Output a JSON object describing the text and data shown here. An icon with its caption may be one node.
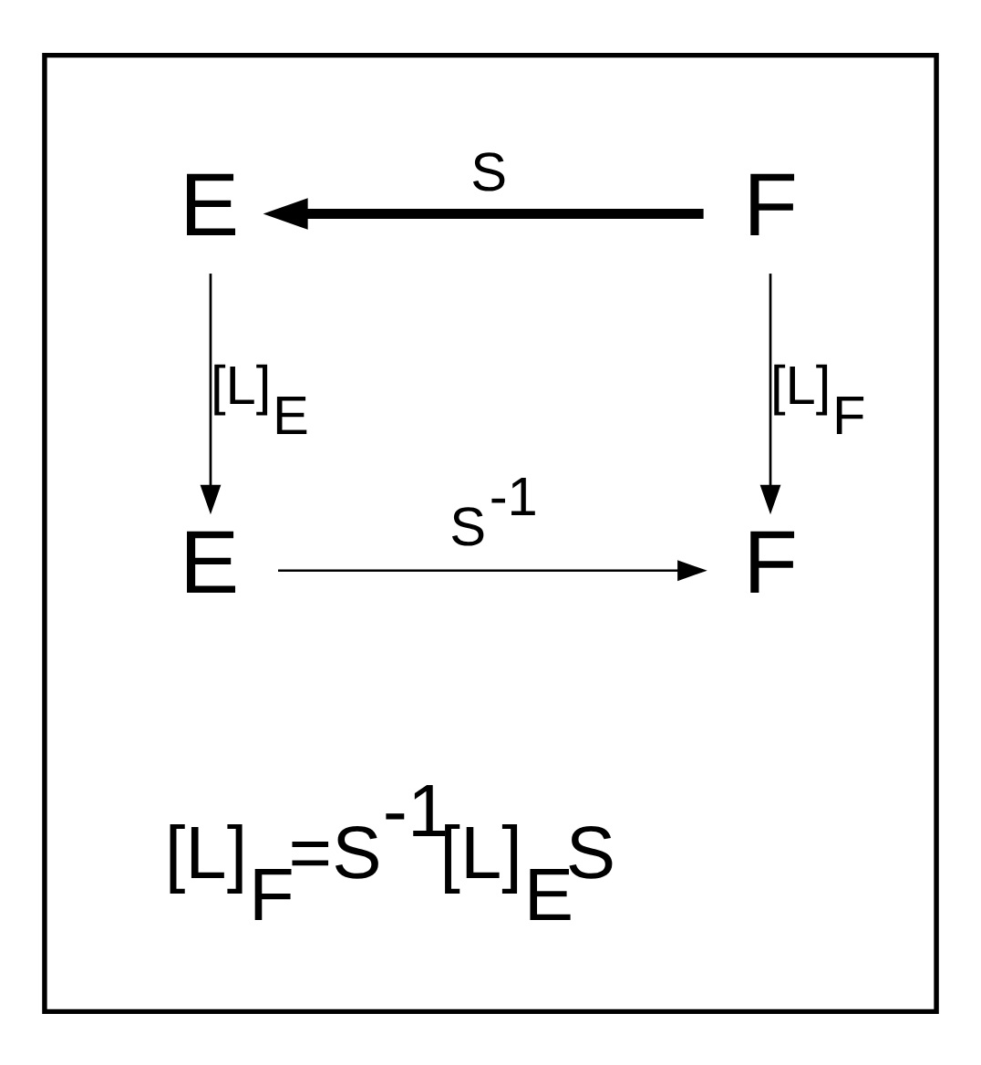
{
  "diagram": {
    "nodes": [
      {
        "text": [],
        "shape": "box"
      },
      {
        "text": [
          "E"
        ],
        "in": 0
      },
      {
        "text": [
          "F"
        ],
        "in": 0
      },
      {
        "text": [
          "E"
        ],
        "in": 0
      },
      {
        "text": [
          "F"
        ],
        "in": 0
      }
    ],
    "edges": [
      {
        "from": 2,
        "to": 1,
        "arrow": "to",
        "label": "S",
        "style": "thick"
      },
      {
        "from": 1,
        "to": 3,
        "arrow": "to",
        "label": "[L]$_{E}$"
      },
      {
        "from": 2,
        "to": 4,
        "arrow": "to",
        "label": "[L]$_{F}$"
      },
      {
        "from": 3,
        "to": 4,
        "arrow": "to",
        "label": "S$^{-1}$"
      }
    ],
    "labels": [
      "[L]$_{F}$=S$^{-1}$[L]$_{E}$S"
    ]
  }
}
